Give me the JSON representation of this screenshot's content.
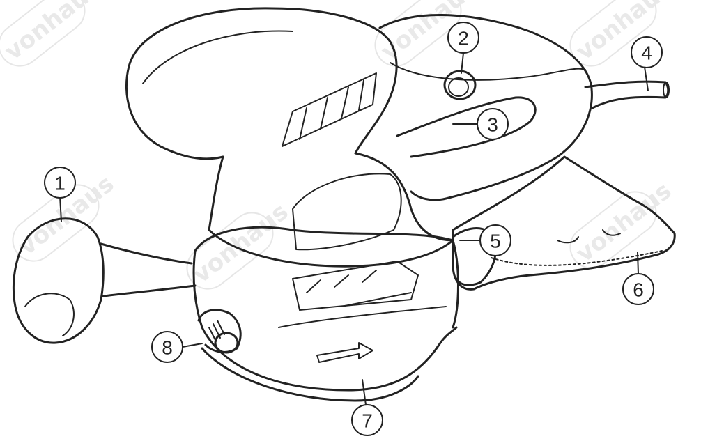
{
  "watermark": {
    "text": "vonhaus"
  },
  "colors": {
    "accent": "#d63f9c"
  },
  "callouts": [
    {
      "number": "1",
      "target": "front-grip-knob"
    },
    {
      "number": "2",
      "target": "power-switch"
    },
    {
      "number": "3",
      "target": "handle"
    },
    {
      "number": "4",
      "target": "power-cord"
    },
    {
      "number": "5",
      "target": "dust-outlet"
    },
    {
      "number": "6",
      "target": "dust-bag"
    },
    {
      "number": "7",
      "target": "sanding-pad"
    },
    {
      "number": "8",
      "target": "speed-control-dial"
    }
  ]
}
